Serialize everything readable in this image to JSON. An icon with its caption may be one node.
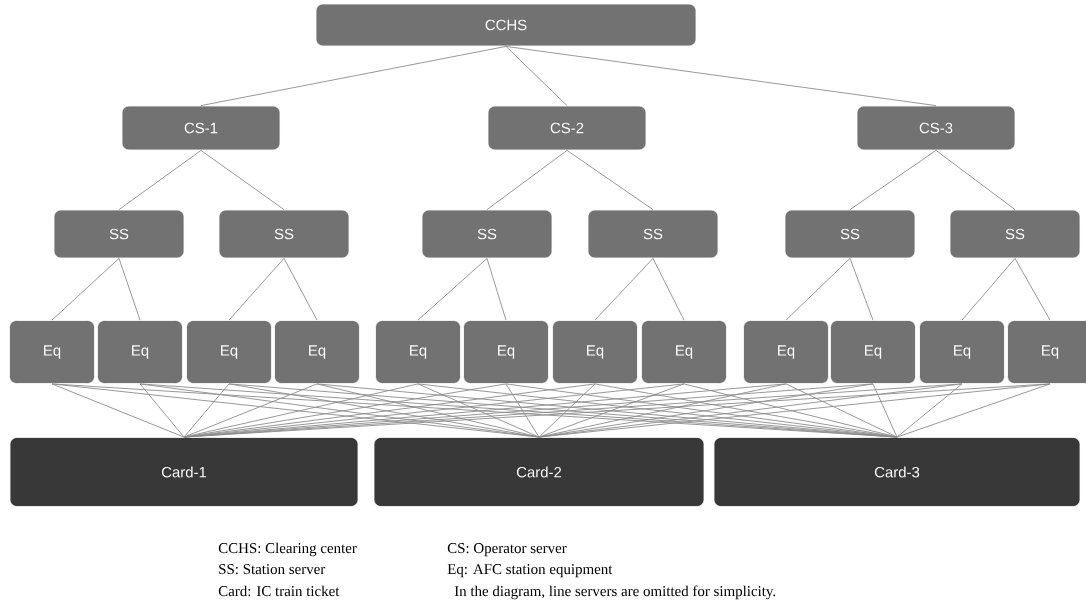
{
  "diagram": {
    "nodes": [
      {
        "text": [
          "CCHS"
        ]
      },
      {
        "text": [
          "CS-1"
        ]
      },
      {
        "text": [
          "CS-2"
        ]
      },
      {
        "text": [
          "CS-3"
        ]
      },
      {
        "text": [
          "SS"
        ]
      },
      {
        "text": [
          "SS"
        ]
      },
      {
        "text": [
          "SS"
        ]
      },
      {
        "text": [
          "SS"
        ]
      },
      {
        "text": [
          "SS"
        ]
      },
      {
        "text": [
          "SS"
        ]
      },
      {
        "text": [
          "Eq"
        ]
      },
      {
        "text": [
          "Eq"
        ]
      },
      {
        "text": [
          "Eq"
        ]
      },
      {
        "text": [
          "Eq"
        ]
      },
      {
        "text": [
          "Eq"
        ]
      },
      {
        "text": [
          "Eq"
        ]
      },
      {
        "text": [
          "Eq"
        ]
      },
      {
        "text": [
          "Eq"
        ]
      },
      {
        "text": [
          "Eq"
        ]
      },
      {
        "text": [
          "Eq"
        ]
      },
      {
        "text": [
          "Eq"
        ]
      },
      {
        "text": [
          "Eq"
        ]
      },
      {
        "text": [
          "Card-1"
        ]
      },
      {
        "text": [
          "Card-2"
        ]
      },
      {
        "text": [
          "Card-3"
        ]
      }
    ],
    "edges": [
      {
        "from": 0,
        "to": 1,
        "arrow": "none"
      },
      {
        "from": 0,
        "to": 2,
        "arrow": "none"
      },
      {
        "from": 0,
        "to": 3,
        "arrow": "none"
      },
      {
        "from": 1,
        "to": 4,
        "arrow": "none"
      },
      {
        "from": 1,
        "to": 5,
        "arrow": "none"
      },
      {
        "from": 2,
        "to": 6,
        "arrow": "none"
      },
      {
        "from": 2,
        "to": 7,
        "arrow": "none"
      },
      {
        "from": 3,
        "to": 8,
        "arrow": "none"
      },
      {
        "from": 3,
        "to": 9,
        "arrow": "none"
      },
      {
        "from": 4,
        "to": 10,
        "arrow": "none"
      },
      {
        "from": 4,
        "to": 11,
        "arrow": "none"
      },
      {
        "from": 5,
        "to": 12,
        "arrow": "none"
      },
      {
        "from": 5,
        "to": 13,
        "arrow": "none"
      },
      {
        "from": 6,
        "to": 14,
        "arrow": "none"
      },
      {
        "from": 6,
        "to": 15,
        "arrow": "none"
      },
      {
        "from": 7,
        "to": 16,
        "arrow": "none"
      },
      {
        "from": 7,
        "to": 17,
        "arrow": "none"
      },
      {
        "from": 8,
        "to": 18,
        "arrow": "none"
      },
      {
        "from": 8,
        "to": 19,
        "arrow": "none"
      },
      {
        "from": 9,
        "to": 20,
        "arrow": "none"
      },
      {
        "from": 9,
        "to": 21,
        "arrow": "none"
      },
      {
        "from": 10,
        "to": 22,
        "arrow": "none"
      },
      {
        "from": 10,
        "to": 23,
        "arrow": "none"
      },
      {
        "from": 10,
        "to": 24,
        "arrow": "none"
      },
      {
        "from": 11,
        "to": 22,
        "arrow": "none"
      },
      {
        "from": 11,
        "to": 23,
        "arrow": "none"
      },
      {
        "from": 11,
        "to": 24,
        "arrow": "none"
      },
      {
        "from": 12,
        "to": 22,
        "arrow": "none"
      },
      {
        "from": 12,
        "to": 23,
        "arrow": "none"
      },
      {
        "from": 12,
        "to": 24,
        "arrow": "none"
      },
      {
        "from": 13,
        "to": 22,
        "arrow": "none"
      },
      {
        "from": 13,
        "to": 23,
        "arrow": "none"
      },
      {
        "from": 13,
        "to": 24,
        "arrow": "none"
      },
      {
        "from": 14,
        "to": 22,
        "arrow": "none"
      },
      {
        "from": 14,
        "to": 23,
        "arrow": "none"
      },
      {
        "from": 14,
        "to": 24,
        "arrow": "none"
      },
      {
        "from": 15,
        "to": 22,
        "arrow": "none"
      },
      {
        "from": 15,
        "to": 23,
        "arrow": "none"
      },
      {
        "from": 15,
        "to": 24,
        "arrow": "none"
      },
      {
        "from": 16,
        "to": 22,
        "arrow": "none"
      },
      {
        "from": 16,
        "to": 23,
        "arrow": "none"
      },
      {
        "from": 16,
        "to": 24,
        "arrow": "none"
      },
      {
        "from": 17,
        "to": 22,
        "arrow": "none"
      },
      {
        "from": 17,
        "to": 23,
        "arrow": "none"
      },
      {
        "from": 17,
        "to": 24,
        "arrow": "none"
      },
      {
        "from": 18,
        "to": 22,
        "arrow": "none"
      },
      {
        "from": 18,
        "to": 23,
        "arrow": "none"
      },
      {
        "from": 18,
        "to": 24,
        "arrow": "none"
      },
      {
        "from": 19,
        "to": 22,
        "arrow": "none"
      },
      {
        "from": 19,
        "to": 23,
        "arrow": "none"
      },
      {
        "from": 19,
        "to": 24,
        "arrow": "none"
      },
      {
        "from": 20,
        "to": 22,
        "arrow": "none"
      },
      {
        "from": 20,
        "to": 23,
        "arrow": "none"
      },
      {
        "from": 20,
        "to": 24,
        "arrow": "none"
      },
      {
        "from": 21,
        "to": 22,
        "arrow": "none"
      },
      {
        "from": 21,
        "to": 23,
        "arrow": "none"
      },
      {
        "from": 21,
        "to": 24,
        "arrow": "none"
      }
    ],
    "labels": [
      "CCHS: Clearing center",
      "CS: Operator server",
      "SS: Station server",
      "Eq: AFC station equipment",
      "Card: IC train ticket",
      "In the diagram, line servers are omitted for simplicity."
    ]
  }
}
